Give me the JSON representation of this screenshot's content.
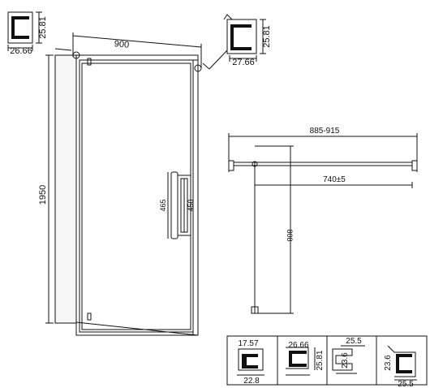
{
  "drawing": {
    "door_width": "900",
    "door_height": "1950",
    "handle_outer": "465",
    "handle_inner": "450",
    "profile_top_left_width": "26.66",
    "profile_top_left_height": "25.81",
    "profile_top_right_width": "27.66",
    "profile_top_right_height": "25.81",
    "plan_total_range": "885-915",
    "plan_opening": "740±5",
    "plan_swing": "808",
    "detail_1_width_top": "17.57",
    "detail_1_width_bottom": "22.8",
    "detail_2_width": "26.66",
    "detail_2_height": "25.81",
    "detail_3_width_top": "25.5",
    "detail_3_height": "23.6",
    "detail_4_height": "23.6",
    "detail_4_width": "25.5"
  },
  "colors": {
    "line": "#111111",
    "panel": "#ffffff",
    "shadow": "#e8e8e8"
  }
}
